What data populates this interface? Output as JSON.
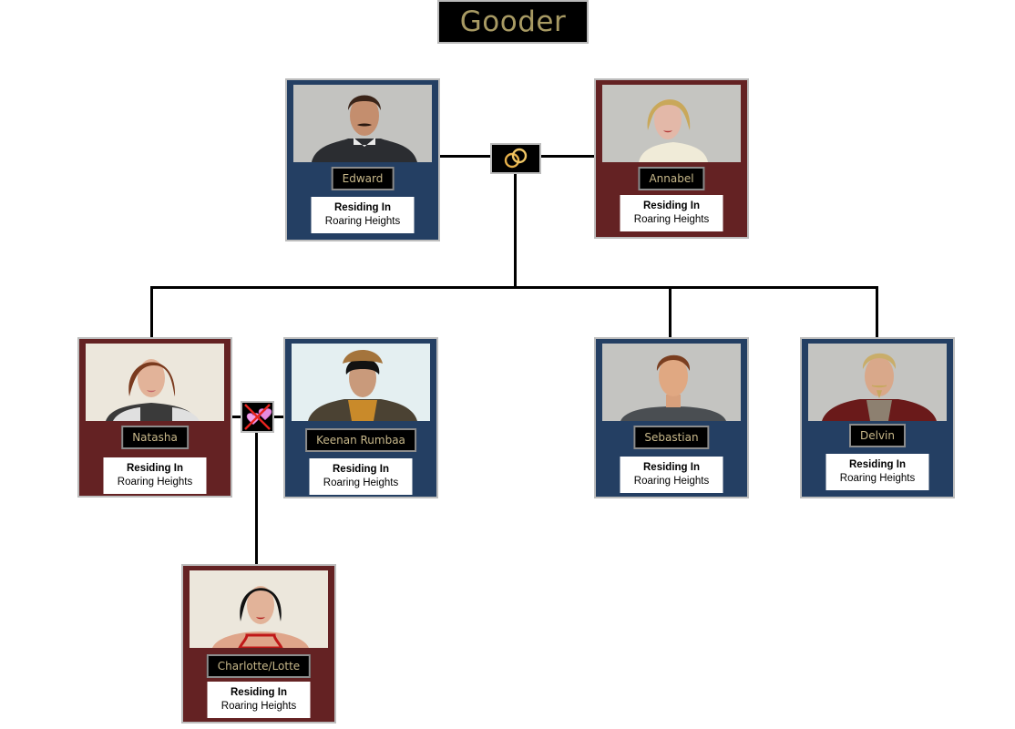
{
  "title": "Gooder",
  "colors": {
    "male_card": "#243f63",
    "female_card": "#642223",
    "title_text": "#a89a63",
    "nameplate_text": "#c8b88a",
    "connector": "#000000"
  },
  "residence_label": "Residing In",
  "people": [
    {
      "id": "edward",
      "name": "Edward",
      "gender": "male",
      "residence_label": "Residing In",
      "residence": "Roaring Heights",
      "generation": 1
    },
    {
      "id": "annabel",
      "name": "Annabel",
      "gender": "female",
      "residence_label": "Residing In",
      "residence": "Roaring Heights",
      "generation": 1
    },
    {
      "id": "natasha",
      "name": "Natasha",
      "gender": "female",
      "residence_label": "Residing In",
      "residence": "Roaring Heights",
      "generation": 2
    },
    {
      "id": "keenan",
      "name": "Keenan Rumbaa",
      "gender": "male",
      "residence_label": "Residing In",
      "residence": "Roaring Heights",
      "generation": 2
    },
    {
      "id": "sebastian",
      "name": "Sebastian",
      "gender": "male",
      "residence_label": "Residing In",
      "residence": "Roaring Heights",
      "generation": 2
    },
    {
      "id": "delvin",
      "name": "Delvin",
      "gender": "male",
      "residence_label": "Residing In",
      "residence": "Roaring Heights",
      "generation": 2
    },
    {
      "id": "charlotte",
      "name": "Charlotte/Lotte",
      "gender": "female",
      "residence_label": "Residing In",
      "residence": "Roaring Heights",
      "generation": 3
    }
  ],
  "relationships": [
    {
      "type": "married",
      "icon": "wedding-rings-icon",
      "partners": [
        "Edward",
        "Annabel"
      ],
      "children": [
        "Natasha",
        "Sebastian",
        "Delvin"
      ]
    },
    {
      "type": "ex-partners",
      "icon": "crossed-hearts-icon",
      "partners": [
        "Natasha",
        "Keenan Rumbaa"
      ],
      "children": [
        "Charlotte/Lotte"
      ]
    }
  ]
}
